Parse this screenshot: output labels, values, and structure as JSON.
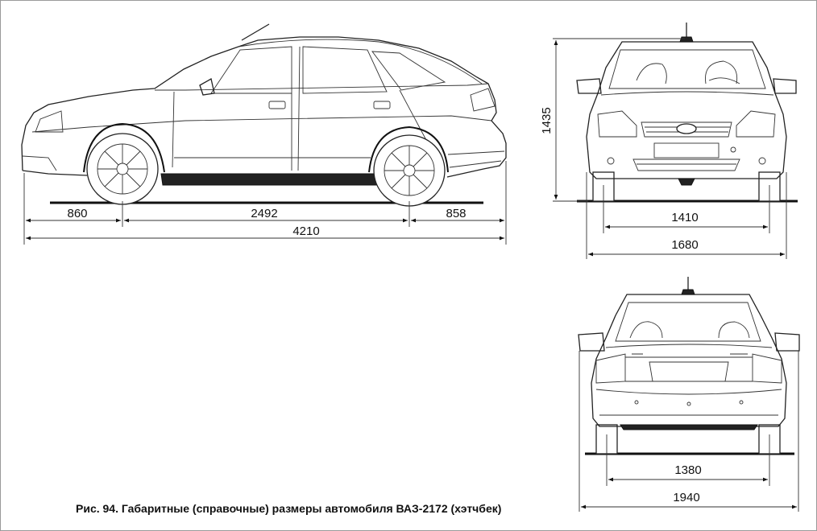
{
  "dimensions": {
    "side_front_overhang": "860",
    "side_wheelbase": "2492",
    "side_rear_overhang": "858",
    "side_length": "4210",
    "front_height": "1435",
    "front_track": "1410",
    "front_width": "1680",
    "rear_track": "1380",
    "rear_width_with_mirrors": "1940"
  },
  "caption": "Рис. 94. Габаритные (справочные) размеры автомобиля ВАЗ-2172 (хэтчбек)"
}
